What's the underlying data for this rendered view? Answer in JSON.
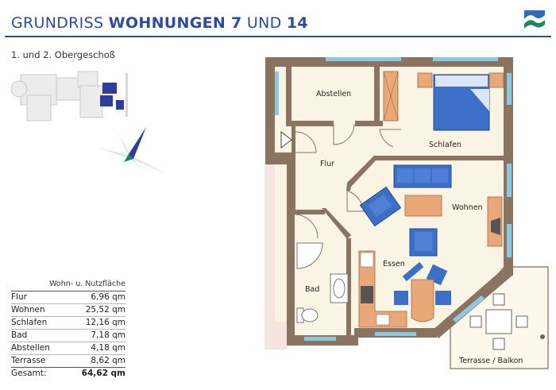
{
  "header": {
    "title_prefix": "GRUNDRISS",
    "title_main": "WOHNUNGEN 7",
    "title_und": "UND",
    "title_num": "14",
    "accent_color": "#2c4c9c"
  },
  "subtitle": "1. und 2. Obergeschoß",
  "rooms": {
    "abstellen": "Abstellen",
    "schlafen": "Schlafen",
    "flur": "Flur",
    "wohnen": "Wohnen",
    "essen": "Essen",
    "bad": "Bad",
    "terrasse": "Terrasse / Balkon"
  },
  "areas": {
    "header": "Wohn- u. Nutzfläche",
    "rows": [
      {
        "label": "Flur",
        "value": "6,96 qm"
      },
      {
        "label": "Wohnen",
        "value": "25,52 qm"
      },
      {
        "label": "Schlafen",
        "value": "12,16 qm"
      },
      {
        "label": "Bad",
        "value": "7,18 qm"
      },
      {
        "label": "Abstellen",
        "value": "4,18 qm"
      },
      {
        "label": "Terrasse",
        "value": "8,62 qm"
      }
    ],
    "total_label": "Gesamt:",
    "total_value": "64,62 qm"
  },
  "colors": {
    "wall": "#8a7360",
    "floor": "#faf4e4",
    "furniture_blue": "#3b6fc8",
    "wood": "#e8a878",
    "window": "#8fc8e0"
  },
  "icons": {
    "logo": "wave-logo-icon",
    "compass": "compass-rose-icon",
    "location": "building-location-map"
  }
}
